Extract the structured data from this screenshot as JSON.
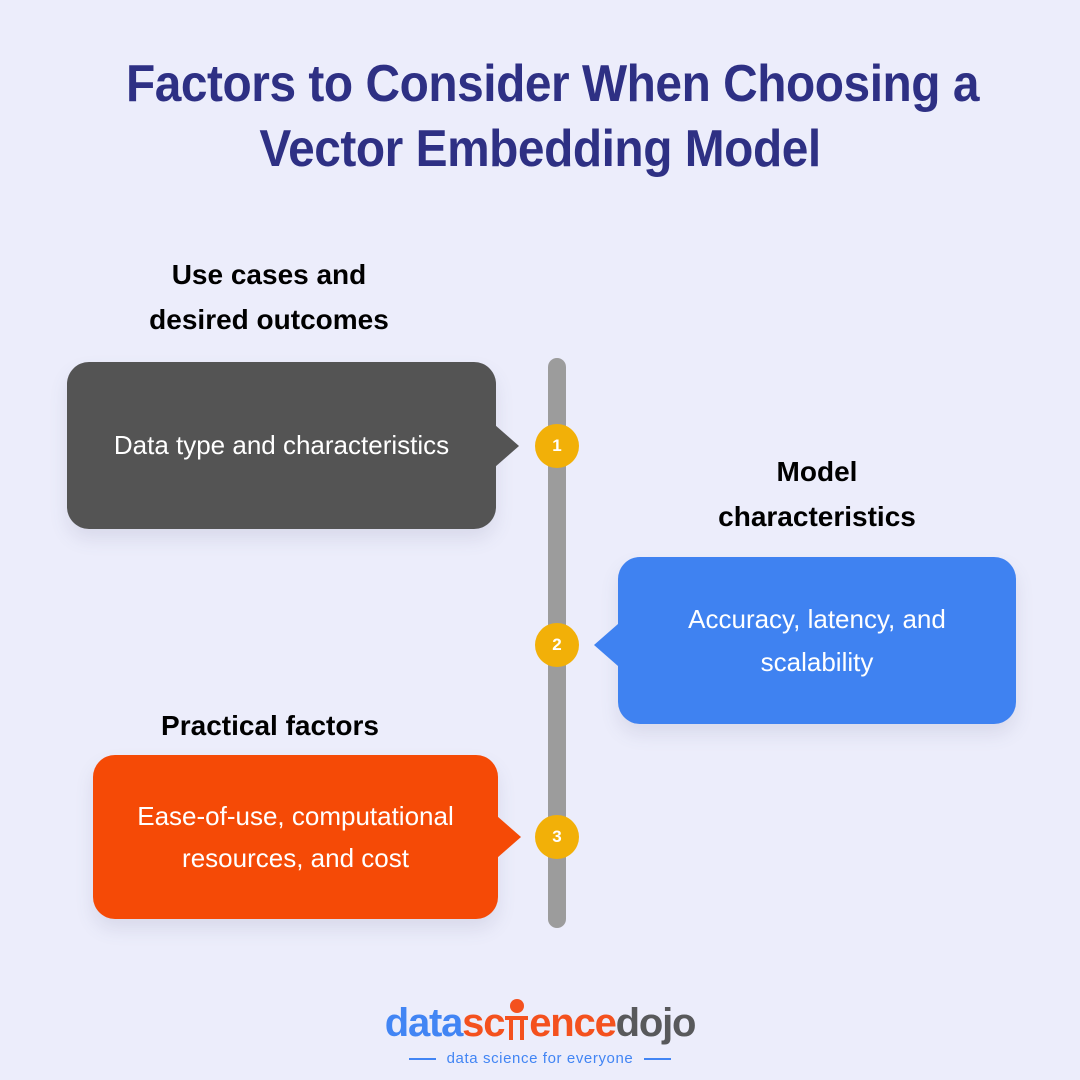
{
  "background_color": "#ecedfb",
  "title": {
    "line1": "Factors to Consider When Choosing a",
    "line2": "Vector Embedding Model",
    "color": "#2e3084"
  },
  "timeline": {
    "spine_color": "#9c9c9c",
    "marker_color": "#f2b008",
    "marker_text_color": "#ffffff",
    "steps": [
      {
        "number": "1",
        "label_line1": "Use cases and",
        "label_line2": "desired outcomes",
        "card_text": "Data type and characteristics",
        "card_color": "#545454",
        "side": "left"
      },
      {
        "number": "2",
        "label_line1": "Model",
        "label_line2": "characteristics",
        "card_line1": "Accuracy, latency, and",
        "card_line2": "scalability",
        "card_color": "#3f82f1",
        "side": "right"
      },
      {
        "number": "3",
        "label_line1": "Practical factors",
        "card_line1": "Ease-of-use, computational",
        "card_line2": "resources, and cost",
        "card_color": "#f54a06",
        "side": "left"
      }
    ]
  },
  "logo": {
    "part_data": "data",
    "part_sc": "sc",
    "part_ence": "ence",
    "part_dojo": "dojo",
    "tagline": "data science for everyone",
    "color_blue": "#4285f4",
    "color_orange": "#f4511e",
    "color_gray": "#58595b"
  }
}
